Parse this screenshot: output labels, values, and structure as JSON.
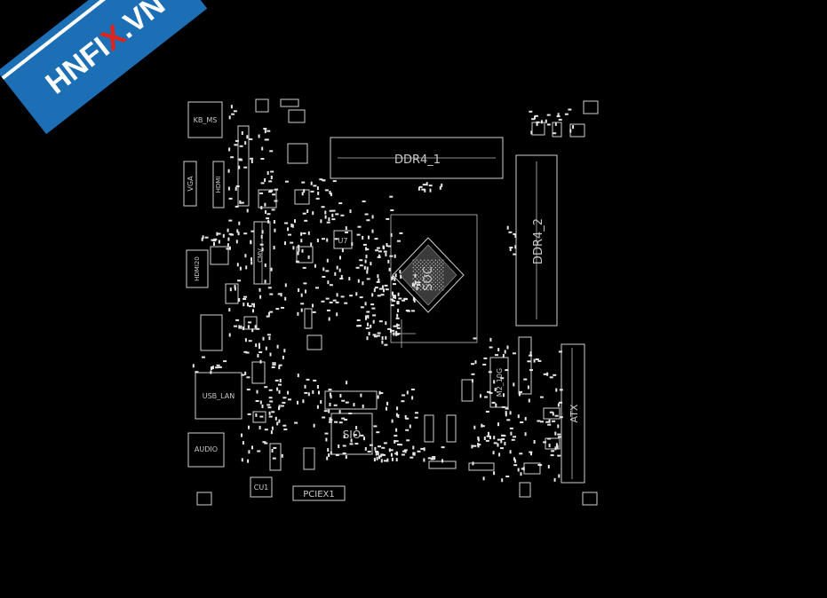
{
  "board": {
    "labels": {
      "kb_ms": "KB_MS",
      "vga": "VGA",
      "hdmi": "HDMI",
      "hdmi20": "HDMI20",
      "usb_lan": "USB_LAN",
      "audio": "AUDIO",
      "cu1": "CU1",
      "pcie": "PCIEX1",
      "sio": "SIO",
      "ddr4_1": "DDR4_1",
      "ddr4_2": "DDR4_2",
      "soc": "SOC",
      "u7": "U7",
      "m2_10g": "M2_10G",
      "atx": "ATX"
    }
  },
  "watermark": {
    "text_left": "HNFI",
    "text_x": "X",
    "text_right": ".VN"
  },
  "colors": {
    "background": "#000000",
    "trace": "#cfcfcf",
    "banner": "#1c6fb5",
    "watermark_x": "#e2231a"
  }
}
